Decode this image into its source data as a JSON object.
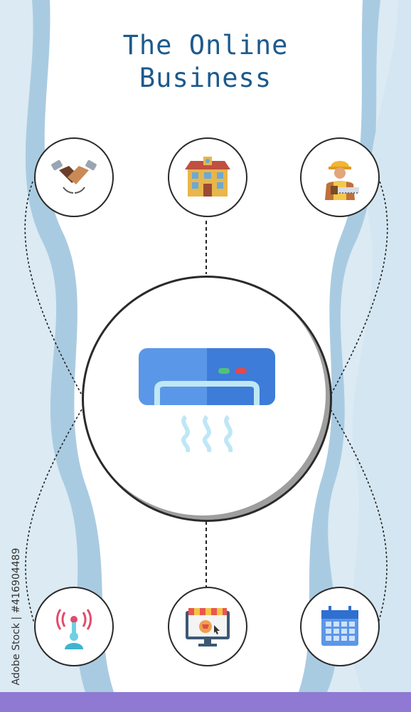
{
  "header": {
    "title_line1": "The Online",
    "title_line2": "Business"
  },
  "icons": {
    "center": "air-conditioner-icon",
    "top_left": "handshake-icon",
    "top_middle": "building-icon",
    "top_right": "worker-with-saw-icon",
    "bottom_left": "radio-antenna-icon",
    "bottom_middle": "online-shop-icon",
    "bottom_right": "calendar-icon"
  },
  "watermark": {
    "text": "Adobe Stock | #416904489"
  },
  "colors": {
    "title": "#1d5a8c",
    "background": "#dbeaf3",
    "bottom_bar": "#8f79d3"
  }
}
